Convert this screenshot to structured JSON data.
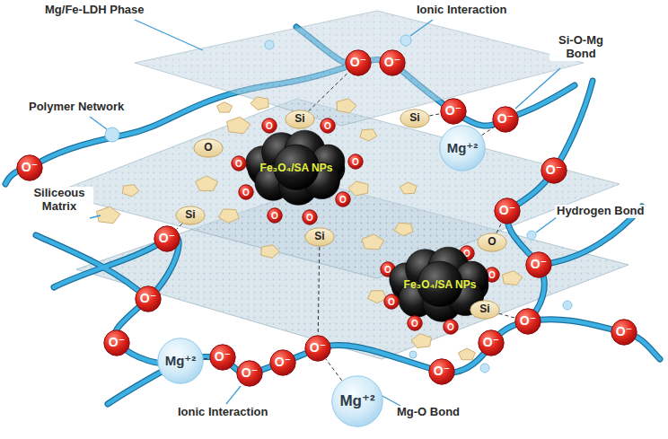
{
  "diagram": {
    "nodes": [
      {
        "text": [
          "O⁻"
        ]
      },
      {
        "text": [
          "O⁻"
        ]
      },
      {
        "text": [
          "O⁻"
        ]
      },
      {
        "text": [
          "O⁻"
        ]
      },
      {
        "text": [
          "Si"
        ]
      },
      {
        "text": [
          "Si"
        ]
      },
      {
        "text": [
          "O"
        ]
      },
      {
        "text": [
          "O"
        ]
      },
      {
        "text": [
          "Mg⁺²"
        ]
      },
      {
        "text": [
          "O"
        ]
      },
      {
        "text": [
          "O⁻"
        ]
      },
      {
        "text": [
          "Fe₃O₄/SA NPs"
        ]
      },
      {
        "text": [
          "O"
        ]
      },
      {
        "text": [
          "O"
        ]
      },
      {
        "text": [
          "O⁻"
        ]
      },
      {
        "text": [
          "O"
        ]
      },
      {
        "text": [
          "O"
        ]
      },
      {
        "text": [
          "O⁻"
        ]
      },
      {
        "text": [
          "Si"
        ]
      },
      {
        "text": [
          "O"
        ]
      },
      {
        "text": [
          "O"
        ]
      },
      {
        "text": [
          "Si"
        ]
      },
      {
        "text": [
          "O⁻"
        ]
      },
      {
        "text": [
          "O"
        ]
      },
      {
        "text": [
          "O"
        ]
      },
      {
        "text": [
          "O⁻"
        ]
      },
      {
        "text": [
          "O"
        ]
      },
      {
        "text": [
          "O"
        ]
      },
      {
        "text": [
          "Fe₃O₄/SA NPs"
        ]
      },
      {
        "text": [
          "O⁻"
        ]
      },
      {
        "text": [
          "O"
        ]
      },
      {
        "text": [
          "Si"
        ]
      },
      {
        "text": [
          "O"
        ]
      },
      {
        "text": [
          "O"
        ]
      },
      {
        "text": [
          "O⁻"
        ]
      },
      {
        "text": [
          "O⁻"
        ]
      },
      {
        "text": [
          "O⁻"
        ]
      },
      {
        "text": [
          "O⁻"
        ]
      },
      {
        "text": [
          "O⁻"
        ]
      },
      {
        "text": [
          "Mg⁺²"
        ]
      },
      {
        "text": [
          "O⁻"
        ]
      },
      {
        "text": [
          "O⁻"
        ]
      },
      {
        "text": [
          "O⁻"
        ]
      },
      {
        "text": [
          "O⁻"
        ]
      },
      {
        "text": [
          "Mg⁺²"
        ]
      }
    ],
    "edges": [
      {
        "from": 4,
        "to": 0,
        "arrow": "none"
      },
      {
        "from": 5,
        "to": 2,
        "arrow": "none"
      },
      {
        "from": 8,
        "to": 3,
        "arrow": "none"
      },
      {
        "from": 18,
        "to": 22,
        "arrow": "none"
      },
      {
        "from": 21,
        "to": 38,
        "arrow": "none"
      },
      {
        "from": 31,
        "to": 34,
        "arrow": "none"
      },
      {
        "from": 23,
        "to": 17,
        "arrow": "none"
      },
      {
        "from": 39,
        "to": 40,
        "arrow": "none"
      },
      {
        "from": 44,
        "to": 38,
        "arrow": "none"
      }
    ],
    "labels": [
      "Mg/Fe-LDH Phase",
      "Ionic Interaction",
      "Si-O-Mg Bond",
      "Polymer Network",
      "Siliceous Matrix",
      "Hydrogen Bond",
      "Ionic Interaction",
      "Mg-O Bond"
    ]
  }
}
